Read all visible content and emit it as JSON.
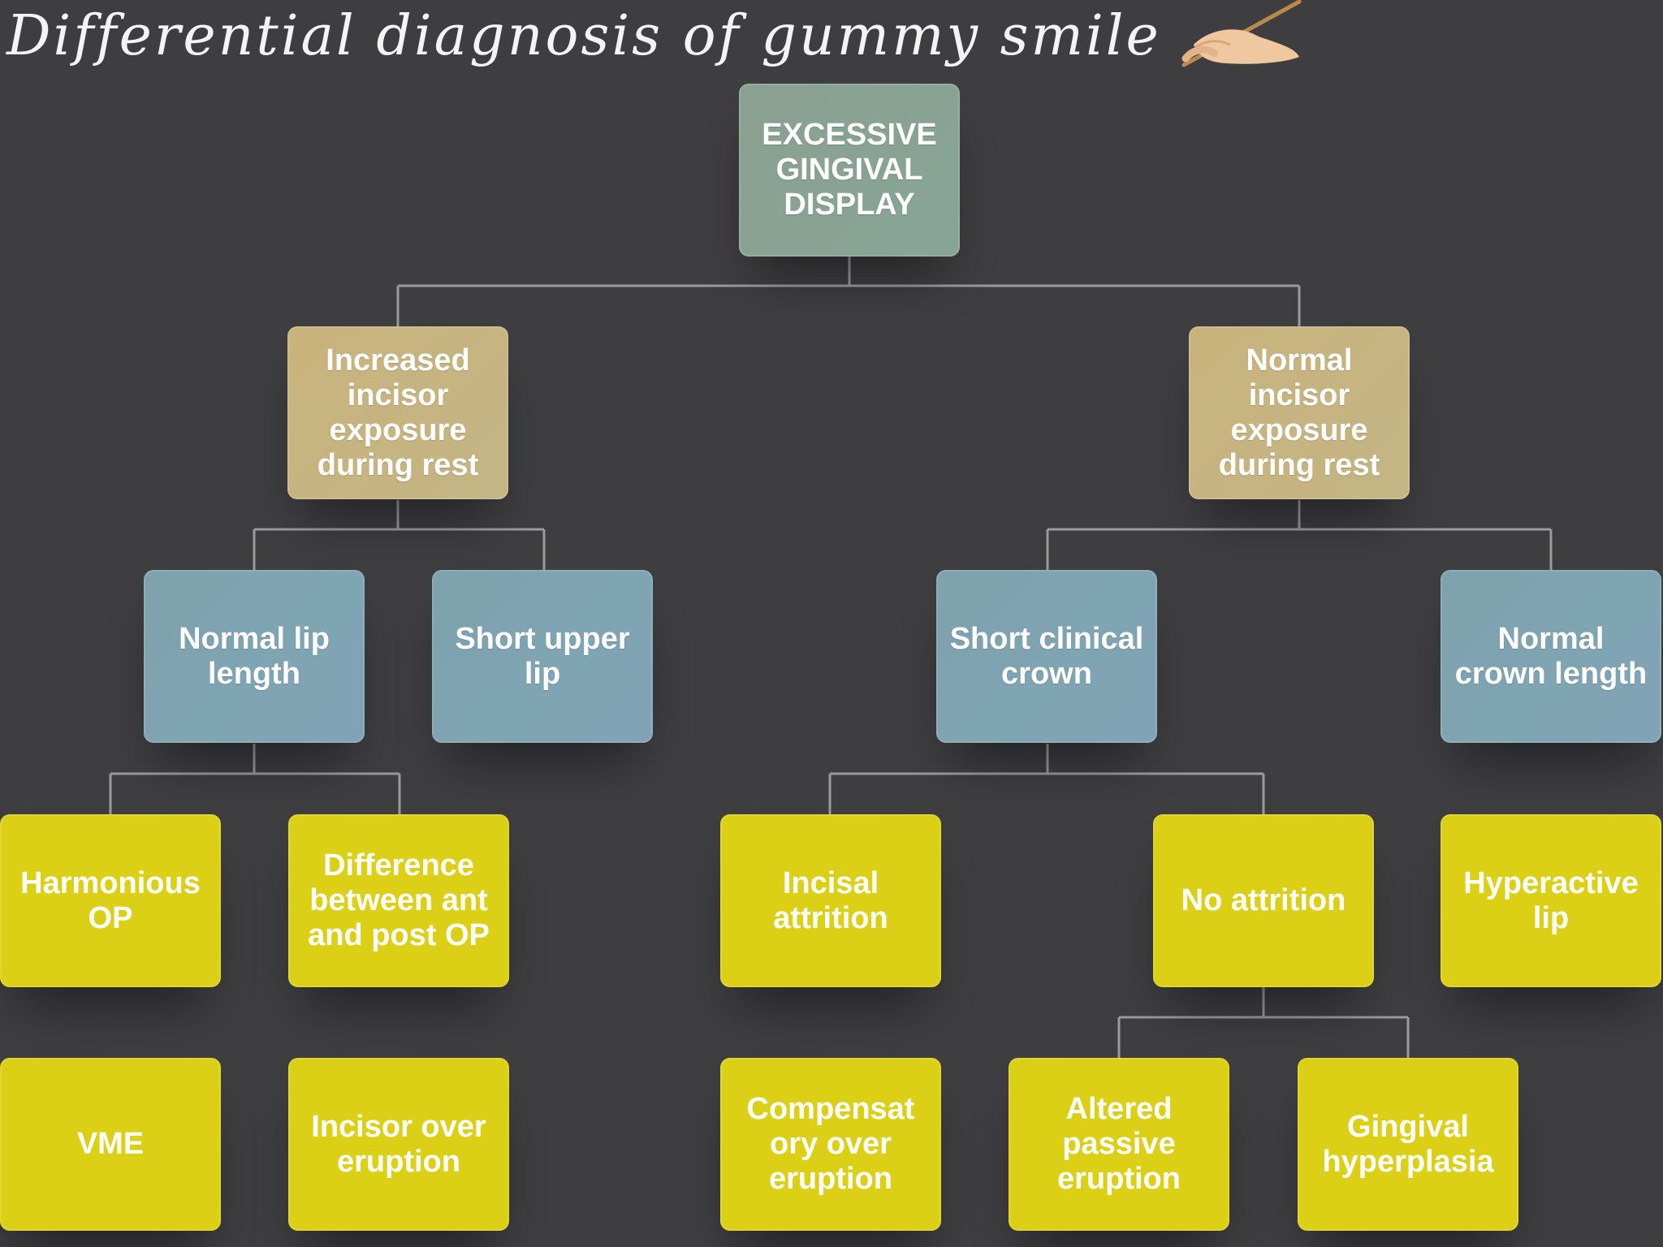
{
  "title": "Differential diagnosis of gummy smile",
  "colors": {
    "background": "#3e3d40",
    "root": "#8aa090",
    "level1": "#c9b37c",
    "level2": "#7ea3ad",
    "leaf": "#dcd017",
    "connector": "#9a9a9a"
  },
  "nodes": {
    "root": "EXCESSIVE GINGIVAL DISPLAY",
    "increased": "Increased incisor exposure during rest",
    "normal_exposure": "Normal incisor exposure during rest",
    "normal_lip": "Normal lip length",
    "short_lip": "Short upper lip",
    "short_crown": "Short clinical crown",
    "normal_crown": "Normal crown length",
    "harmonious": "Harmonious OP",
    "difference": "Difference between ant and post OP",
    "incisal_attrition": "Incisal attrition",
    "no_attrition": "No attrition",
    "hyperactive": "Hyperactive lip",
    "vme": "VME",
    "incisor_over": "Incisor over eruption",
    "compensatory": "Compensat ory over eruption",
    "altered": "Altered passive eruption",
    "gingival": "Gingival hyperplasia"
  }
}
